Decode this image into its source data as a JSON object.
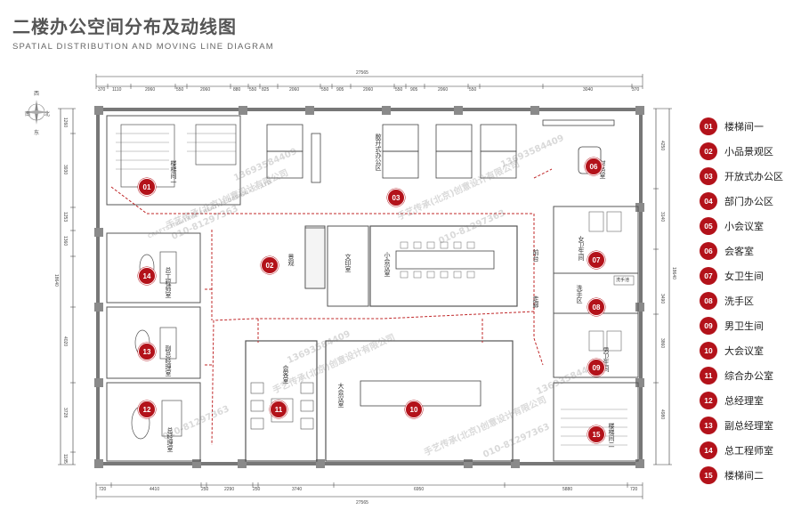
{
  "header": {
    "title": "二楼办公空间分布及动线图",
    "subtitle": "SPATIAL DISTRIBUTION AND MOVING LINE DIAGRAM"
  },
  "compass": {
    "north": "北",
    "south": "南",
    "east": "东",
    "west": "西"
  },
  "dimensions": {
    "top_total": "27565",
    "top_segments": [
      "370",
      "1110",
      "2060",
      "550",
      "2060",
      "880",
      "550",
      "825",
      "2060",
      "550",
      "905",
      "2060",
      "550",
      "905",
      "2060",
      "550",
      "3040",
      "370"
    ],
    "bottom_total": "27565",
    "bottom_segments": [
      "720",
      "4410",
      "250",
      "2290",
      "250",
      "3740",
      "6950",
      "5880",
      "720"
    ],
    "left_segments": [
      "1260",
      "3930",
      "1253",
      "1360",
      "18640",
      "4020",
      "3728",
      "1185"
    ],
    "right_segments": [
      "4250",
      "3140",
      "18640",
      "3490",
      "3860",
      "4980"
    ]
  },
  "room_labels": {
    "stair1": "楼梯间一",
    "finance": "财务室",
    "open_office": "敞开式办公区",
    "front_desk": "前台",
    "print": "文印室",
    "scenery": "景观",
    "small_meeting": "小会议室",
    "women_wc": "女卫生间",
    "wash": "洗手区",
    "wash_mirror": "洗手池",
    "corridor": "走廊",
    "men_wc": "男卫生间",
    "stair2": "楼梯间二",
    "chief_engineer": "总工程师室",
    "deputy_gm": "副总经理室",
    "gm": "总经理室",
    "reception": "会客室",
    "big_meeting": "大会议室"
  },
  "markers": [
    "01",
    "02",
    "03",
    "06",
    "07",
    "08",
    "09",
    "10",
    "11",
    "12",
    "13",
    "14",
    "15"
  ],
  "watermarks": {
    "company": "手艺传承(北京)创意设计有限公司",
    "english": "CRAFTS HERITAGE CREATIVE DESIGN CO.,LTD",
    "phone1": "13693584409",
    "phone2": "010-81297363"
  },
  "legend": [
    {
      "num": "01",
      "label": "楼梯间一"
    },
    {
      "num": "02",
      "label": "小品景观区"
    },
    {
      "num": "03",
      "label": "开放式办公区"
    },
    {
      "num": "04",
      "label": "部门办公区"
    },
    {
      "num": "05",
      "label": "小会议室"
    },
    {
      "num": "06",
      "label": "会客室"
    },
    {
      "num": "07",
      "label": "女卫生间"
    },
    {
      "num": "08",
      "label": "洗手区"
    },
    {
      "num": "09",
      "label": "男卫生间"
    },
    {
      "num": "10",
      "label": "大会议室"
    },
    {
      "num": "11",
      "label": "综合办公室"
    },
    {
      "num": "12",
      "label": "总经理室"
    },
    {
      "num": "13",
      "label": "副总经理室"
    },
    {
      "num": "14",
      "label": "总工程师室"
    },
    {
      "num": "15",
      "label": "楼梯间二"
    }
  ],
  "colors": {
    "accent": "#b3121a",
    "wall": "#7a7a7a",
    "line": "#333333"
  }
}
